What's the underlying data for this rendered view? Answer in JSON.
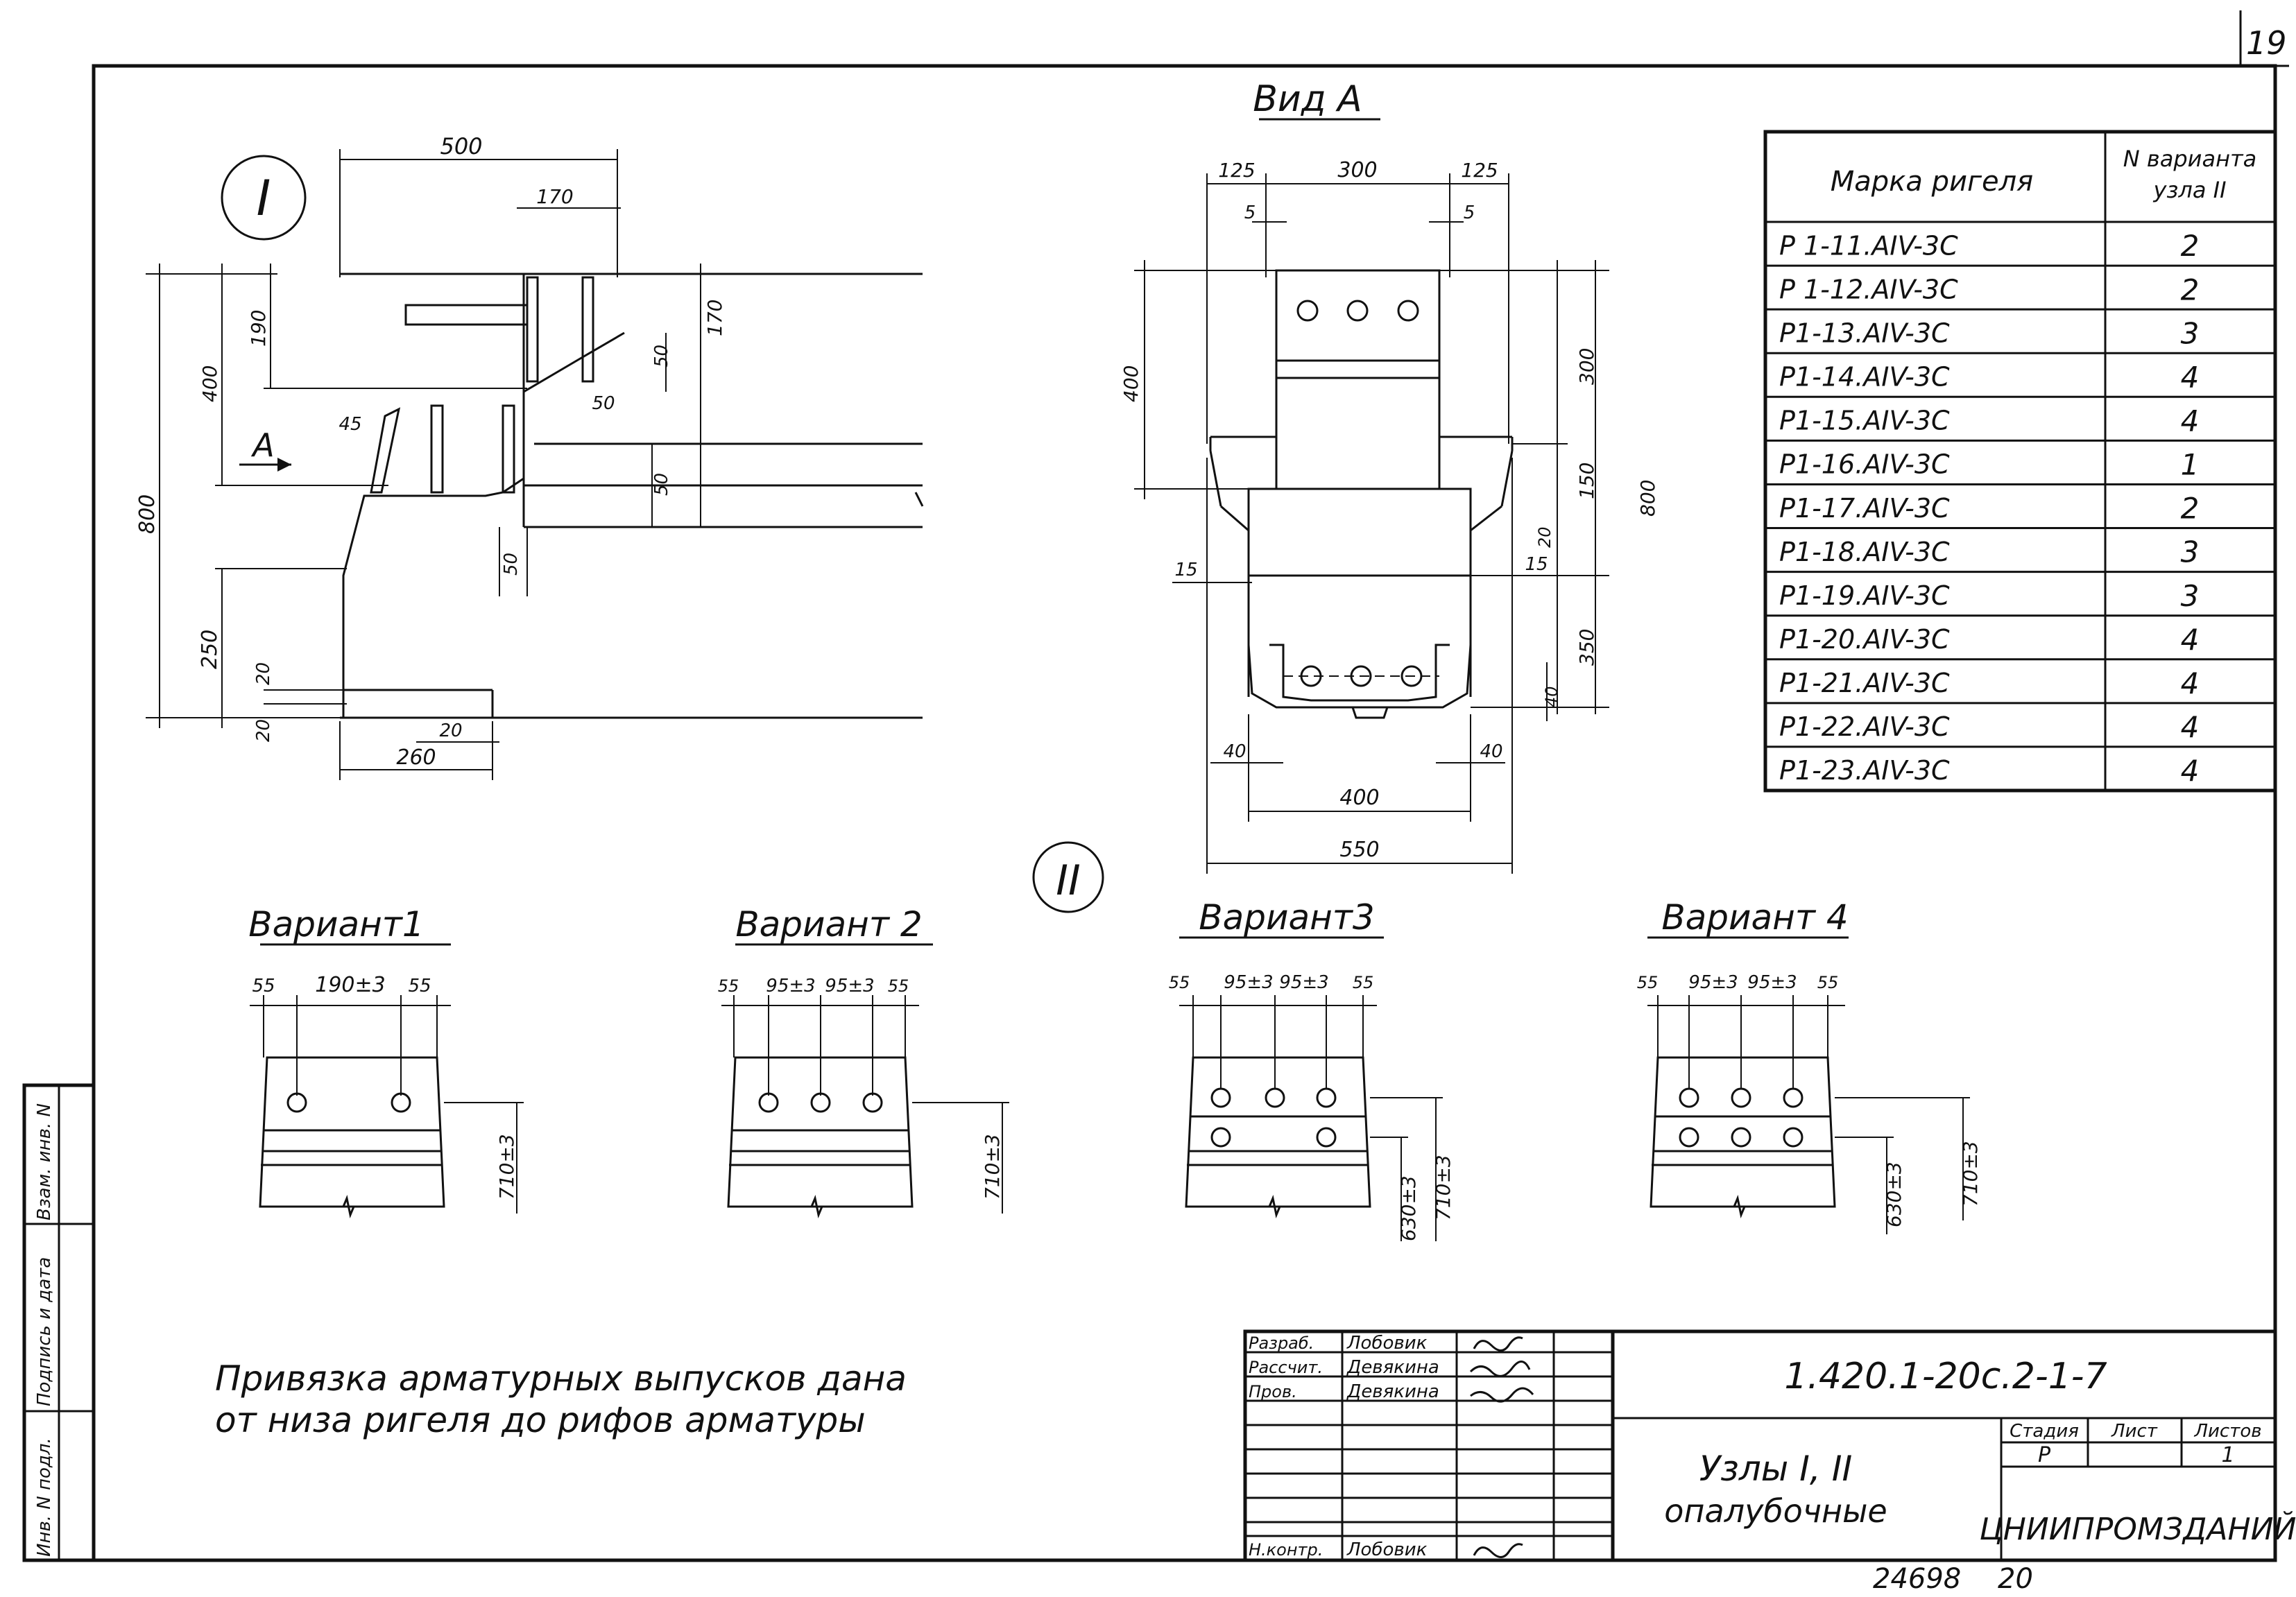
{
  "sheet_number": "19",
  "view_a_title": "Вид А",
  "node1_marker": "I",
  "node2_marker": "II",
  "view_label_a": "А",
  "node1_dims": {
    "d500": "500",
    "d170_top": "170",
    "d190": "190",
    "d400": "400",
    "d800": "800",
    "d250": "250",
    "d20a": "20",
    "d20b": "20",
    "d20c": "20",
    "d260": "260",
    "d45": "45",
    "d50a": "50",
    "d50b": "50",
    "d50c": "50",
    "d50d": "50",
    "d170_right": "170"
  },
  "viewa_dims": {
    "d125l": "125",
    "d300": "300",
    "d125r": "125",
    "d5l": "5",
    "d5r": "5",
    "d400l": "400",
    "d300r": "300",
    "d150": "150",
    "d800r": "800",
    "d20": "20",
    "d15l": "15",
    "d15r": "15",
    "d350": "350",
    "d40r": "40",
    "d40bl": "40",
    "d40br": "40",
    "d400b": "400",
    "d550": "550"
  },
  "table": {
    "header_col1": "Марка ригеля",
    "header_col2_line1": "N варианта",
    "header_col2_line2": "узла II",
    "rows": [
      {
        "mark": "Р 1-11.АIV-3С",
        "variant": "2"
      },
      {
        "mark": "Р 1-12.АIV-3С",
        "variant": "2"
      },
      {
        "mark": "Р1-13.АIV-3С",
        "variant": "3"
      },
      {
        "mark": "Р1-14.АIV-3С",
        "variant": "4"
      },
      {
        "mark": "Р1-15.АIV-3С",
        "variant": "4"
      },
      {
        "mark": "Р1-16.АIV-3С",
        "variant": "1"
      },
      {
        "mark": "Р1-17.АIV-3С",
        "variant": "2"
      },
      {
        "mark": "Р1-18.АIV-3С",
        "variant": "3"
      },
      {
        "mark": "Р1-19.АIV-3С",
        "variant": "3"
      },
      {
        "mark": "Р1-20.АIV-3С",
        "variant": "4"
      },
      {
        "mark": "Р1-21.АIV-3С",
        "variant": "4"
      },
      {
        "mark": "Р1-22.АIV-3С",
        "variant": "4"
      },
      {
        "mark": "Р1-23.АIV-3С",
        "variant": "4"
      }
    ]
  },
  "variants": [
    {
      "title": "Вариант1",
      "dims": [
        "55",
        "190±3",
        "55"
      ],
      "side_dims": [
        "710±3"
      ]
    },
    {
      "title": "Вариант 2",
      "dims": [
        "55",
        "95±3",
        "95±3",
        "55"
      ],
      "side_dims": [
        "710±3"
      ]
    },
    {
      "title": "Вариант3",
      "dims": [
        "55",
        "95±3",
        "95±3",
        "55"
      ],
      "side_dims": [
        "630±3",
        "710±3"
      ]
    },
    {
      "title": "Вариант 4",
      "dims": [
        "55",
        "95±3",
        "95±3",
        "55"
      ],
      "side_dims": [
        "630±3",
        "710±3"
      ]
    }
  ],
  "note_line1": "Привязка арматурных выпусков дана",
  "note_line2": "от низа ригеля до рифов арматуры",
  "left_strip": {
    "field1": "Взам. инв. N",
    "field2": "Подпись и дата",
    "field3": "Инв. N подл."
  },
  "title_block": {
    "designation": "1.420.1-20с.2-1-7",
    "title_line1": "Узлы I, II",
    "title_line2": "опалубочные",
    "organization": "ЦНИИПРОМЗДАНИЙ",
    "stage_label": "Стадия",
    "sheet_label": "Лист",
    "sheets_label": "Листов",
    "stage_value": "Р",
    "sheets_value": "1",
    "roles": [
      {
        "role": "Разраб.",
        "name": "Лобовик"
      },
      {
        "role": "Рассчит.",
        "name": "Девякина"
      },
      {
        "role": "Пров.",
        "name": "Девякина"
      },
      {
        "role": "",
        "name": ""
      },
      {
        "role": "",
        "name": ""
      },
      {
        "role": "",
        "name": ""
      },
      {
        "role": "Н.контр.",
        "name": "Лобовик"
      }
    ]
  },
  "archive_number": "24698",
  "archive_suffix": "20"
}
